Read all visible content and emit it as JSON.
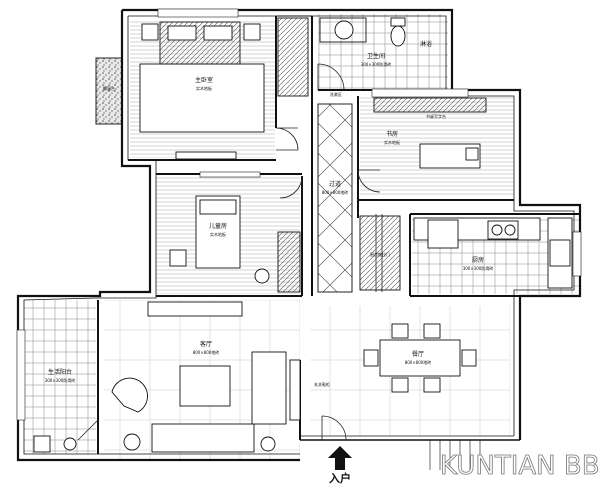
{
  "rooms": {
    "master_bedroom": {
      "name": "主卧室",
      "floor": "实木地板"
    },
    "bathroom": {
      "name": "卫生间",
      "floor": "300×300防滑砖"
    },
    "shower": {
      "name": "淋浴"
    },
    "wash_area": {
      "name": "洗漱区"
    },
    "study_label": {
      "name": "书房"
    },
    "study_desk": {
      "name": "书桌写字台"
    },
    "study_floor": {
      "floor": "实木地板"
    },
    "corridor": {
      "name": "过道",
      "floor": "800×800地砖"
    },
    "child_room": {
      "name": "儿童房",
      "floor": "实木地板"
    },
    "kitchen": {
      "name": "厨房",
      "floor": "300×300防滑砖"
    },
    "kitchen_note": {
      "name": "厨房推拉门"
    },
    "living_room": {
      "name": "客厅",
      "floor": "800×800地砖"
    },
    "dining_room": {
      "name": "餐厅",
      "floor": "800×800地砖"
    },
    "balcony": {
      "name": "生活阳台",
      "floor": "300×300防滑砖"
    },
    "bay_window": {
      "name": "飘窗台"
    },
    "shoe_cabinet": {
      "name": "玄关鞋柜"
    }
  },
  "entry": {
    "label": "入户"
  },
  "watermark": {
    "text": "KUNTIAN BBS"
  }
}
